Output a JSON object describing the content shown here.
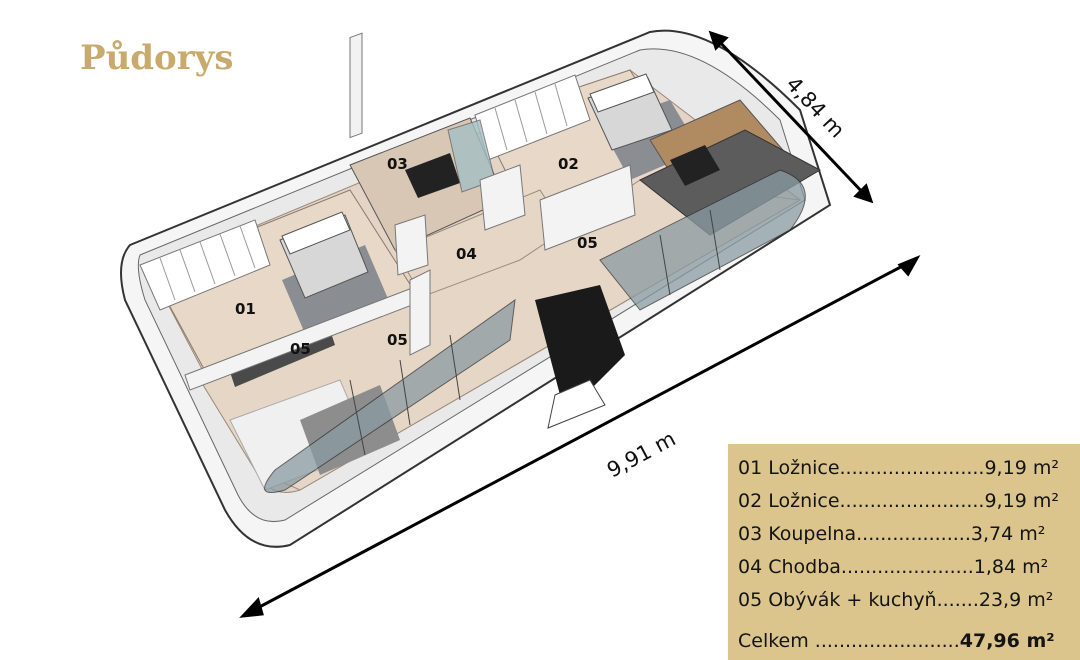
{
  "title": "Půdorys",
  "dimensions": {
    "width": "9,91 m",
    "depth": "4,84 m"
  },
  "room_labels": [
    {
      "id": "01"
    },
    {
      "id": "02"
    },
    {
      "id": "03"
    },
    {
      "id": "04"
    },
    {
      "id": "05"
    },
    {
      "id": "05"
    },
    {
      "id": "05"
    }
  ],
  "legend": {
    "rooms": [
      {
        "text": "01 Ložnice........................9,19 m²"
      },
      {
        "text": "02 Ložnice........................9,19 m²"
      },
      {
        "text": "03 Koupelna...................3,74 m²"
      },
      {
        "text": "04 Chodba......................1,84 m²"
      },
      {
        "text": "05 Obývák + kuchyň.......23,9 m²"
      }
    ],
    "total_prefix": "Celkem ........................",
    "total_value": "47,96 m²"
  },
  "colors": {
    "title": "#c8aa6c",
    "legend_bg": "#dcc58c",
    "floor": "#e4d4c5",
    "wall": "#f2f2f2",
    "glass": "#8a9ba3"
  }
}
